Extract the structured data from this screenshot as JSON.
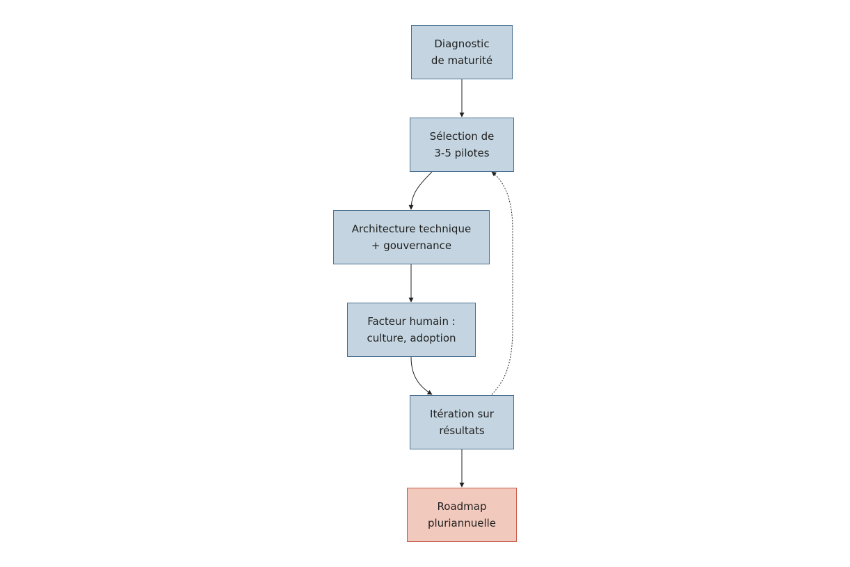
{
  "diagram": {
    "nodes": [
      {
        "id": "diagnostic",
        "lines": [
          "Diagnostic",
          "de maturité"
        ],
        "style": "primary"
      },
      {
        "id": "selection",
        "lines": [
          "Sélection de",
          "3-5 pilotes"
        ],
        "style": "primary"
      },
      {
        "id": "architecture",
        "lines": [
          "Architecture technique",
          "+ gouvernance"
        ],
        "style": "primary"
      },
      {
        "id": "facteur",
        "lines": [
          "Facteur humain :",
          "culture, adoption"
        ],
        "style": "primary"
      },
      {
        "id": "iteration",
        "lines": [
          "Itération sur",
          "résultats"
        ],
        "style": "primary"
      },
      {
        "id": "roadmap",
        "lines": [
          "Roadmap",
          "pluriannuelle"
        ],
        "style": "highlight"
      }
    ],
    "edges": [
      {
        "from": "diagnostic",
        "to": "selection",
        "style": "solid"
      },
      {
        "from": "selection",
        "to": "architecture",
        "style": "solid"
      },
      {
        "from": "architecture",
        "to": "facteur",
        "style": "solid"
      },
      {
        "from": "facteur",
        "to": "iteration",
        "style": "solid"
      },
      {
        "from": "iteration",
        "to": "selection",
        "style": "dotted"
      },
      {
        "from": "iteration",
        "to": "roadmap",
        "style": "solid"
      }
    ],
    "colors": {
      "node_fill": "#c4d5e1",
      "node_border": "#4a6f91",
      "highlight_fill": "#f2c9bd",
      "highlight_border": "#c9574a",
      "edge": "#222222"
    }
  }
}
